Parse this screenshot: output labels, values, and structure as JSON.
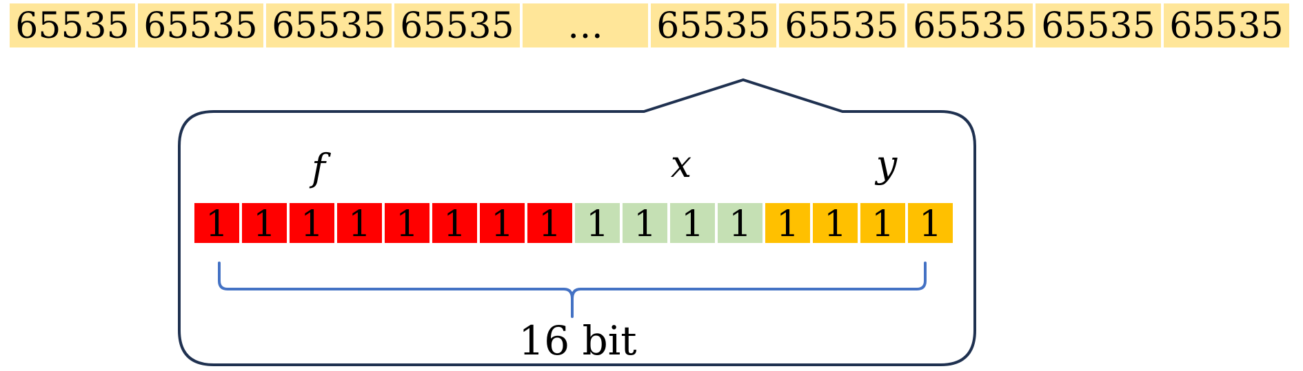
{
  "array": {
    "cells": [
      "65535",
      "65535",
      "65535",
      "65535",
      "…",
      "65535",
      "65535",
      "65535",
      "65535",
      "65535"
    ],
    "highlighted_index": 5,
    "fill_color": "#FFE699"
  },
  "callout": {
    "border_color": "#1F3150",
    "labels": {
      "f": "f",
      "x": "x",
      "y": "y"
    },
    "bits": [
      {
        "value": "1",
        "group": "f"
      },
      {
        "value": "1",
        "group": "f"
      },
      {
        "value": "1",
        "group": "f"
      },
      {
        "value": "1",
        "group": "f"
      },
      {
        "value": "1",
        "group": "f"
      },
      {
        "value": "1",
        "group": "f"
      },
      {
        "value": "1",
        "group": "f"
      },
      {
        "value": "1",
        "group": "f"
      },
      {
        "value": "1",
        "group": "x"
      },
      {
        "value": "1",
        "group": "x"
      },
      {
        "value": "1",
        "group": "x"
      },
      {
        "value": "1",
        "group": "x"
      },
      {
        "value": "1",
        "group": "y"
      },
      {
        "value": "1",
        "group": "y"
      },
      {
        "value": "1",
        "group": "y"
      },
      {
        "value": "1",
        "group": "y"
      }
    ],
    "group_colors": {
      "f": "#FF0000",
      "x": "#C5E0B4",
      "y": "#FFC000"
    },
    "brace_color": "#4472C4",
    "brace_label": "16 bit"
  }
}
